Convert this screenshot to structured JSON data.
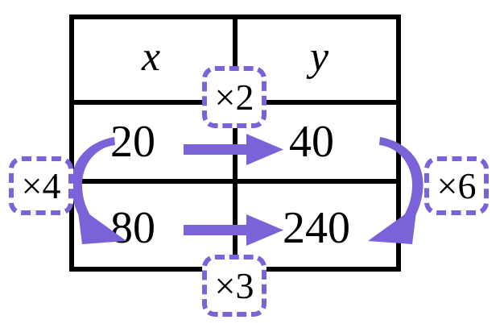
{
  "diagram": {
    "title": "Ratio table with multiplicative relationships",
    "type": "ratio-table",
    "accent_color": "#7B62D9",
    "line_color": "#000000",
    "background_color": "#FFFFFF"
  },
  "table": {
    "headers": [
      "x",
      "y"
    ],
    "rows": [
      {
        "x": "20",
        "y": "40"
      },
      {
        "x": "80",
        "y": "240"
      }
    ]
  },
  "multipliers": {
    "top": {
      "label": "×2",
      "position": "top-center",
      "relation": "x-to-y first row",
      "factor": 2
    },
    "bottom": {
      "label": "×3",
      "position": "bottom-center",
      "relation": "x-to-y second row",
      "factor": 3
    },
    "left": {
      "label": "×4",
      "position": "middle-left",
      "relation": "x column first to second row",
      "factor": 4
    },
    "right": {
      "label": "×6",
      "position": "middle-right",
      "relation": "y column first to second row",
      "factor": 6
    }
  },
  "arrows": [
    {
      "name": "row1-x-to-y",
      "from": "20",
      "to": "40",
      "style": "straight-right",
      "label": "×2"
    },
    {
      "name": "row2-x-to-y",
      "from": "80",
      "to": "240",
      "style": "straight-right",
      "label": "×3"
    },
    {
      "name": "col-x-down",
      "from": "20",
      "to": "80",
      "style": "curved-left-down",
      "label": "×4"
    },
    {
      "name": "col-y-down",
      "from": "40",
      "to": "240",
      "style": "curved-right-down",
      "label": "×6"
    }
  ],
  "chart_data": {
    "type": "table",
    "title": "Ratio table",
    "columns": [
      "x",
      "y"
    ],
    "rows": [
      [
        20,
        40
      ],
      [
        80,
        240
      ]
    ],
    "annotations": [
      {
        "label": "×2",
        "edge": "row1: x → y",
        "value": 2
      },
      {
        "label": "×3",
        "edge": "row2: x → y",
        "value": 3
      },
      {
        "label": "×4",
        "edge": "column x: 20 → 80",
        "value": 4
      },
      {
        "label": "×6",
        "edge": "column y: 40 → 240",
        "value": 6
      }
    ]
  }
}
